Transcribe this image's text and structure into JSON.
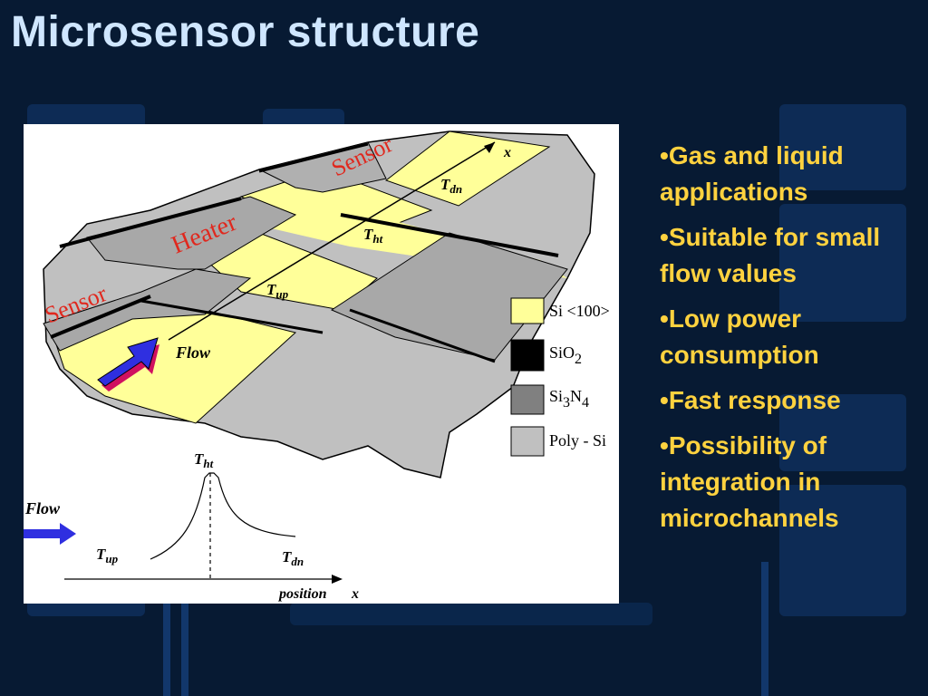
{
  "slide": {
    "title": "Microsensor structure",
    "colors": {
      "background": "#071a33",
      "title": "#cfe6ff",
      "bullet_text": "#ffd23f",
      "label_red": "#e0281e"
    }
  },
  "figure": {
    "labels": {
      "sensor_top": "Sensor",
      "heater": "Heater",
      "sensor_left": "Sensor",
      "flow": "Flow",
      "x_axis": "x",
      "t_dn": "T",
      "t_dn_sub": "dn",
      "t_ht": "T",
      "t_ht_sub": "ht",
      "t_up": "T",
      "t_up_sub": "up"
    },
    "legend": [
      {
        "label": "Si <100>",
        "color": "#ffff99"
      },
      {
        "label": "SiO",
        "sub": "2",
        "color": "#000000"
      },
      {
        "label": "Si",
        "sub": "3",
        "label2": "N",
        "sub2": "4",
        "color": "#808080"
      },
      {
        "label": "Poly - Si",
        "color": "#c0c0c0"
      }
    ],
    "profile": {
      "t_ht": "T",
      "t_ht_sub": "ht",
      "flow": "Flow",
      "t_up": "T",
      "t_up_sub": "up",
      "t_dn": "T",
      "t_dn_sub": "dn",
      "xlabel": "position",
      "xvar": "x"
    }
  },
  "bullets": [
    {
      "text": "Gas and liquid applications"
    },
    {
      "text": "Suitable for small flow values"
    },
    {
      "text": "Low power consumption"
    },
    {
      "text": "Fast response"
    },
    {
      "text": "Possibility of integration in microchannels"
    }
  ]
}
